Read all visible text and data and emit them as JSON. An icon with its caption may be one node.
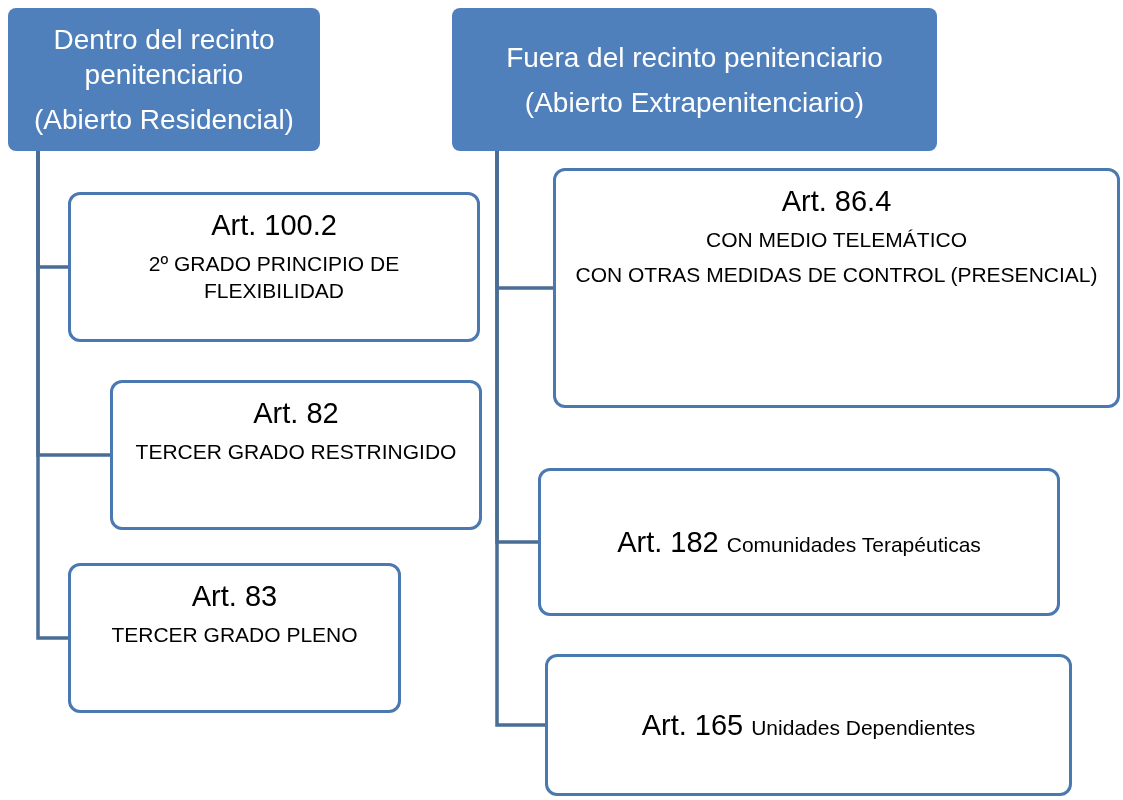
{
  "diagram": {
    "nodes": [
      {
        "text": [
          "Dentro del recinto penitenciario",
          "(Abierto Residencial)"
        ]
      },
      {
        "text": [
          "Fuera del recinto penitenciario",
          "(Abierto Extrapenitenciario)"
        ]
      },
      {
        "text": [
          "Art. 100.2",
          "2º GRADO PRINCIPIO DE FLEXIBILIDAD"
        ]
      },
      {
        "text": [
          "Art. 82",
          "TERCER GRADO RESTRINGIDO"
        ]
      },
      {
        "text": [
          "Art. 83",
          "TERCER GRADO PLENO"
        ]
      },
      {
        "text": [
          "Art. 86.4",
          "CON MEDIO TELEMÁTICO",
          "CON OTRAS MEDIDAS DE CONTROL (PRESENCIAL)"
        ]
      },
      {
        "text": [
          "Art. 182",
          "Comunidades Terapéuticas"
        ]
      },
      {
        "text": [
          "Art. 165",
          "Unidades Dependientes"
        ]
      }
    ],
    "edges": [
      {
        "from": 0,
        "to": 2,
        "arrow": "none"
      },
      {
        "from": 0,
        "to": 3,
        "arrow": "none"
      },
      {
        "from": 0,
        "to": 4,
        "arrow": "none"
      },
      {
        "from": 1,
        "to": 5,
        "arrow": "none"
      },
      {
        "from": 1,
        "to": 6,
        "arrow": "none"
      },
      {
        "from": 1,
        "to": 7,
        "arrow": "none"
      }
    ]
  }
}
